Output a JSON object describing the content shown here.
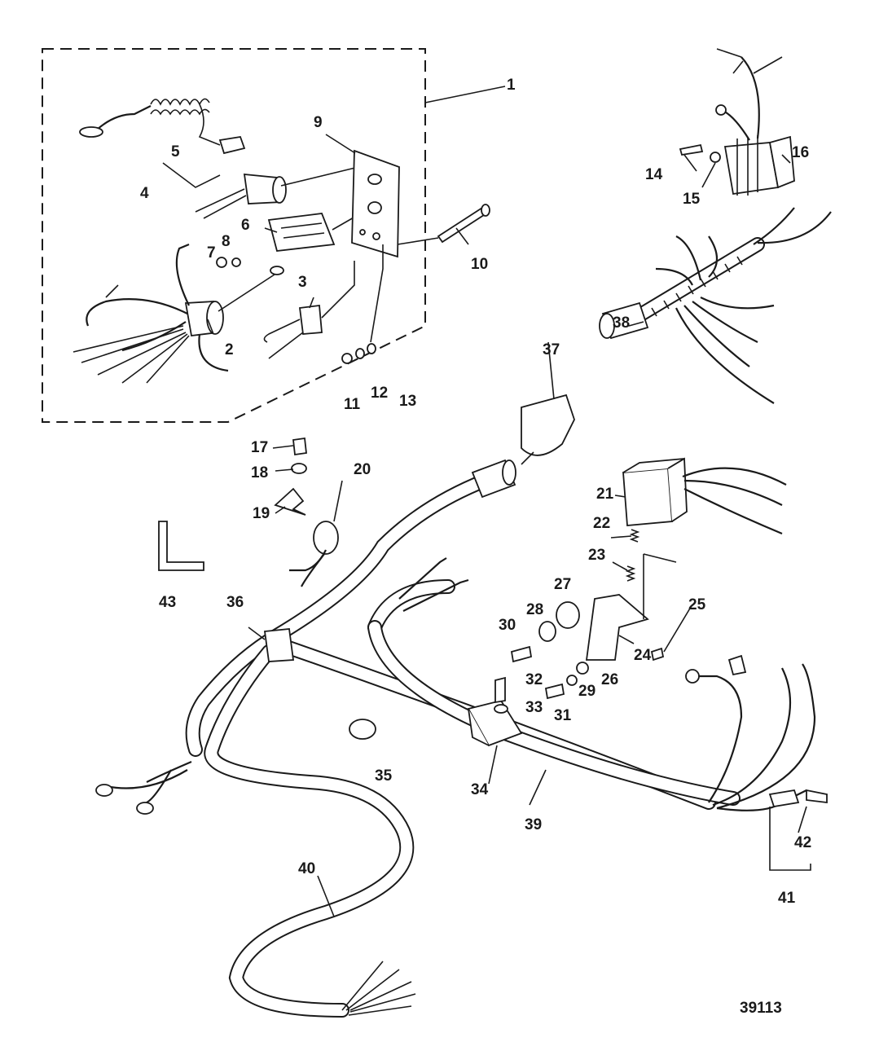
{
  "drawing_number": "39113",
  "callouts": {
    "c1": "1",
    "c2": "2",
    "c3": "3",
    "c4": "4",
    "c5": "5",
    "c6": "6",
    "c7": "7",
    "c8": "8",
    "c9": "9",
    "c10": "10",
    "c11": "11",
    "c12": "12",
    "c13": "13",
    "c14": "14",
    "c15": "15",
    "c16": "16",
    "c17": "17",
    "c18": "18",
    "c19": "19",
    "c20": "20",
    "c21": "21",
    "c22": "22",
    "c23": "23",
    "c24": "24",
    "c25": "25",
    "c26": "26",
    "c27": "27",
    "c28": "28",
    "c29": "29",
    "c30": "30",
    "c31": "31",
    "c32": "32",
    "c33": "33",
    "c34": "34",
    "c35": "35",
    "c36": "36",
    "c37": "37",
    "c38": "38",
    "c39": "39",
    "c40": "40",
    "c41": "41",
    "c42": "42",
    "c43": "43"
  }
}
